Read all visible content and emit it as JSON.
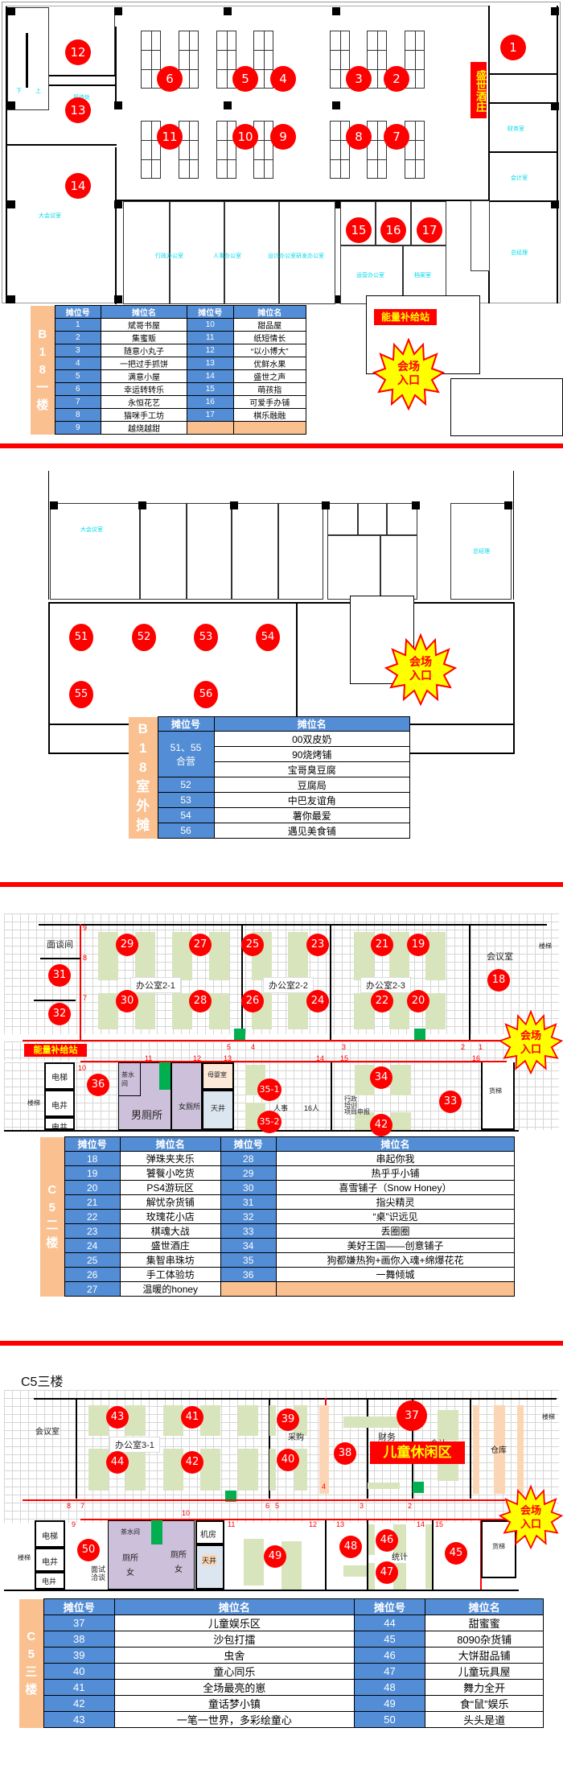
{
  "labels": {
    "entrance": "会场\n入口",
    "energy_station": "能量补给站",
    "shengshi_jiuzhuang": "盛世酒庄",
    "kids_zone": "儿童休闲区",
    "booth_no": "摊位号",
    "booth_name": "摊位名"
  },
  "b18_floor1": {
    "side_label": "B\n1\n8\n一\n楼",
    "pins": [
      "1",
      "2",
      "3",
      "4",
      "5",
      "6",
      "7",
      "8",
      "9",
      "10",
      "11",
      "12",
      "13",
      "14",
      "15",
      "16",
      "17"
    ],
    "rows": [
      {
        "n1": "1",
        "s1": "斌哥书屋",
        "n2": "10",
        "s2": "甜品屋"
      },
      {
        "n1": "2",
        "s1": "集蜜贩",
        "n2": "11",
        "s2": "纸短情长"
      },
      {
        "n1": "3",
        "s1": "随意小丸子",
        "n2": "12",
        "s2": "“以小博大”"
      },
      {
        "n1": "4",
        "s1": "一把过手抓饼",
        "n2": "13",
        "s2": "优鲜水果"
      },
      {
        "n1": "5",
        "s1": "满意小屋",
        "n2": "14",
        "s2": "盛世之声"
      },
      {
        "n1": "6",
        "s1": "幸运转转乐",
        "n2": "15",
        "s2": "萌孩指"
      },
      {
        "n1": "7",
        "s1": "永恒花艺",
        "n2": "16",
        "s2": "可爱手办铺"
      },
      {
        "n1": "8",
        "s1": "猫咪手工坊",
        "n2": "17",
        "s2": "棋乐融融"
      },
      {
        "n1": "9",
        "s1": "越烧越甜",
        "n2": "",
        "s2": ""
      }
    ]
  },
  "b18_outdoor": {
    "side_label": "B\n1\n8\n室\n外\n摊",
    "pins": [
      "51",
      "52",
      "53",
      "54",
      "55",
      "56"
    ],
    "group_label": "51、55\n合营",
    "group_names": [
      "00双皮奶",
      "90烧烤铺",
      "宝哥臭豆腐"
    ],
    "rows": [
      {
        "n": "52",
        "s": "豆腐局"
      },
      {
        "n": "53",
        "s": "中巴友谊角"
      },
      {
        "n": "54",
        "s": "薯你最爱"
      },
      {
        "n": "56",
        "s": "遇见美食铺"
      }
    ]
  },
  "c5_floor2": {
    "side_label": "C\n5\n二\n楼",
    "rooms": {
      "interview": "面谈间",
      "office_2_1": "办公室2-1",
      "office_2_2": "办公室2-2",
      "office_2_3": "办公室2-3",
      "meeting": "会议室",
      "stairs": "楼梯",
      "elevator": "电梯",
      "shaft1": "电井",
      "shaft2": "电井",
      "tea_room": "茶水间",
      "mens_wc": "男厕所",
      "womens_wc": "女厕所",
      "mother_room": "母婴室",
      "atrium": "天井",
      "hr": "人事",
      "people16": "16人",
      "admin": "行政\n培训\n项目申报",
      "freight": "货梯"
    },
    "route_numbers": [
      "1",
      "2",
      "3",
      "4",
      "5",
      "7",
      "8",
      "9",
      "10",
      "11",
      "12",
      "13",
      "14",
      "15",
      "16"
    ],
    "rows": [
      {
        "n1": "18",
        "s1": "弹珠夹夹乐",
        "n2": "28",
        "s2": "串起你我"
      },
      {
        "n1": "19",
        "s1": "饕餮小吃货",
        "n2": "29",
        "s2": "热乎乎小铺"
      },
      {
        "n1": "20",
        "s1": "PS4游玩区",
        "n2": "30",
        "s2": "喜雪铺子（Snow Honey）"
      },
      {
        "n1": "21",
        "s1": "解忧杂货铺",
        "n2": "31",
        "s2": "指尖精灵"
      },
      {
        "n1": "22",
        "s1": "玫瑰花小店",
        "n2": "32",
        "s2": "“桌”识远见"
      },
      {
        "n1": "23",
        "s1": "棋魂大战",
        "n2": "33",
        "s2": "丢圈圈"
      },
      {
        "n1": "24",
        "s1": "盛世酒庄",
        "n2": "34",
        "s2": "美好王国——创意铺子"
      },
      {
        "n1": "25",
        "s1": "集智串珠坊",
        "n2": "35",
        "s2": "狗都嫌热狗+画你入魂+绵爆花花"
      },
      {
        "n1": "26",
        "s1": "手工体验坊",
        "n2": "36",
        "s2": "一舞倾城"
      },
      {
        "n1": "27",
        "s1": "温暖的honey",
        "n2": "",
        "s2": ""
      }
    ]
  },
  "c5_floor3": {
    "title": "C5三楼",
    "side_label": "C\n5\n三\n楼",
    "rooms": {
      "meeting": "会议室",
      "office_3_1": "办公室3-1",
      "purchase": "采购",
      "finance": "财务",
      "accounting": "会计",
      "warehouse": "仓库",
      "stairs": "楼梯",
      "elevator": "电梯",
      "shaft1": "电井",
      "shaft2": "电井",
      "interview": "面试\n洽谈",
      "tea_room": "茶水间",
      "wc1": "厕所\n女",
      "wc2": "厕所\n女",
      "machine_room": "机房",
      "atrium": "天井",
      "statistics": "统计",
      "freight": "货梯"
    },
    "rows": [
      {
        "n1": "37",
        "s1": "儿童娱乐区",
        "n2": "44",
        "s2": "甜蜜蜜"
      },
      {
        "n1": "38",
        "s1": "沙包打擂",
        "n2": "45",
        "s2": "8090杂货铺"
      },
      {
        "n1": "39",
        "s1": "虫舍",
        "n2": "46",
        "s2": "大饼甜品铺"
      },
      {
        "n1": "40",
        "s1": "童心同乐",
        "n2": "47",
        "s2": "儿童玩具屋"
      },
      {
        "n1": "41",
        "s1": "全场最亮的崽",
        "n2": "48",
        "s2": "舞力全开"
      },
      {
        "n1": "42",
        "s1": "童话梦小镇",
        "n2": "49",
        "s2": "食“鼠”娱乐"
      },
      {
        "n1": "43",
        "s1": "一笔一世界，多彩绘童心",
        "n2": "50",
        "s2": "头头是道"
      }
    ]
  }
}
